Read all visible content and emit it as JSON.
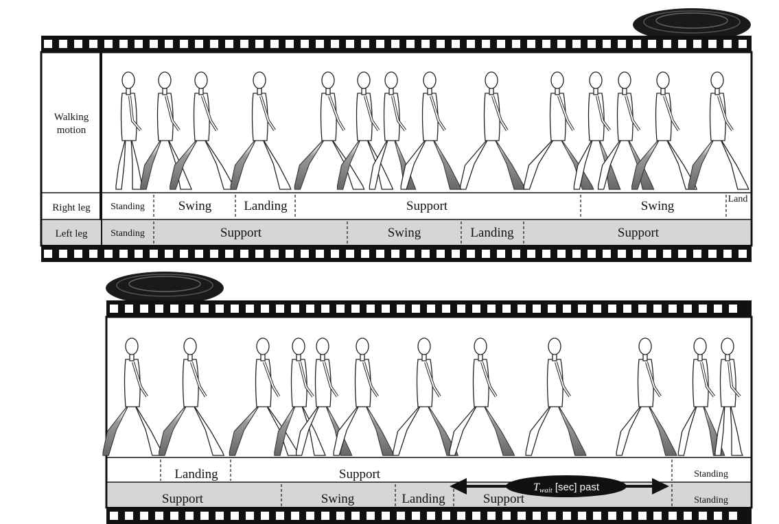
{
  "strip1": {
    "row_header": {
      "line1": "Walking",
      "line2": "motion",
      "right_leg": "Right leg",
      "left_leg": "Left leg"
    },
    "right_leg_phases": [
      "Standing",
      "Swing",
      "Landing",
      "Support",
      "Swing",
      "Land"
    ],
    "left_leg_phases": [
      "Standing",
      "Support",
      "Swing",
      "Landing",
      "Support"
    ]
  },
  "strip2": {
    "right_leg_phases": [
      "Landing",
      "Support",
      "Standing"
    ],
    "left_leg_phases": [
      "Support",
      "Swing",
      "Landing",
      "Support",
      "Standing"
    ],
    "wait_label": {
      "symbol": "T",
      "subscript": "wait",
      "text": "[sec] past"
    }
  },
  "colors": {
    "film": "#111111",
    "left_leg_band": "#d6d6d6",
    "leg_shade": "#8a8a8a",
    "figure_stroke": "#222222"
  }
}
